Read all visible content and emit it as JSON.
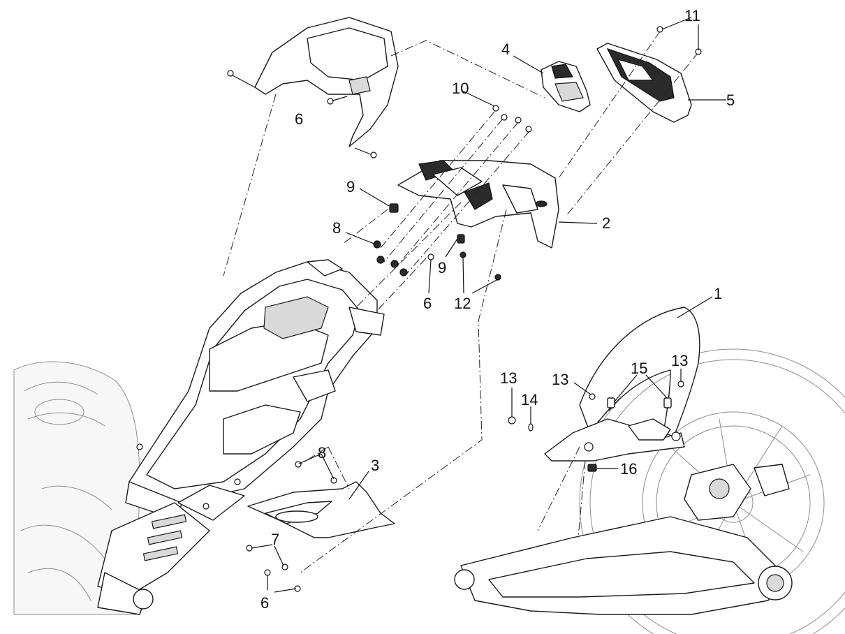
{
  "diagram": {
    "callouts": [
      {
        "id": "c1",
        "text": "1"
      },
      {
        "id": "c2",
        "text": "2"
      },
      {
        "id": "c3",
        "text": "3"
      },
      {
        "id": "c4",
        "text": "4"
      },
      {
        "id": "c5",
        "text": "5"
      },
      {
        "id": "c6a",
        "text": "6"
      },
      {
        "id": "c6b",
        "text": "6"
      },
      {
        "id": "c6c",
        "text": "6"
      },
      {
        "id": "c7",
        "text": "7"
      },
      {
        "id": "c8a",
        "text": "8"
      },
      {
        "id": "c8b",
        "text": "8"
      },
      {
        "id": "c9a",
        "text": "9"
      },
      {
        "id": "c9b",
        "text": "9"
      },
      {
        "id": "c10",
        "text": "10"
      },
      {
        "id": "c11",
        "text": "11"
      },
      {
        "id": "c12",
        "text": "12"
      },
      {
        "id": "c13a",
        "text": "13"
      },
      {
        "id": "c13b",
        "text": "13"
      },
      {
        "id": "c13c",
        "text": "13"
      },
      {
        "id": "c14",
        "text": "14"
      },
      {
        "id": "c15",
        "text": "15"
      },
      {
        "id": "c16",
        "text": "16"
      }
    ]
  }
}
